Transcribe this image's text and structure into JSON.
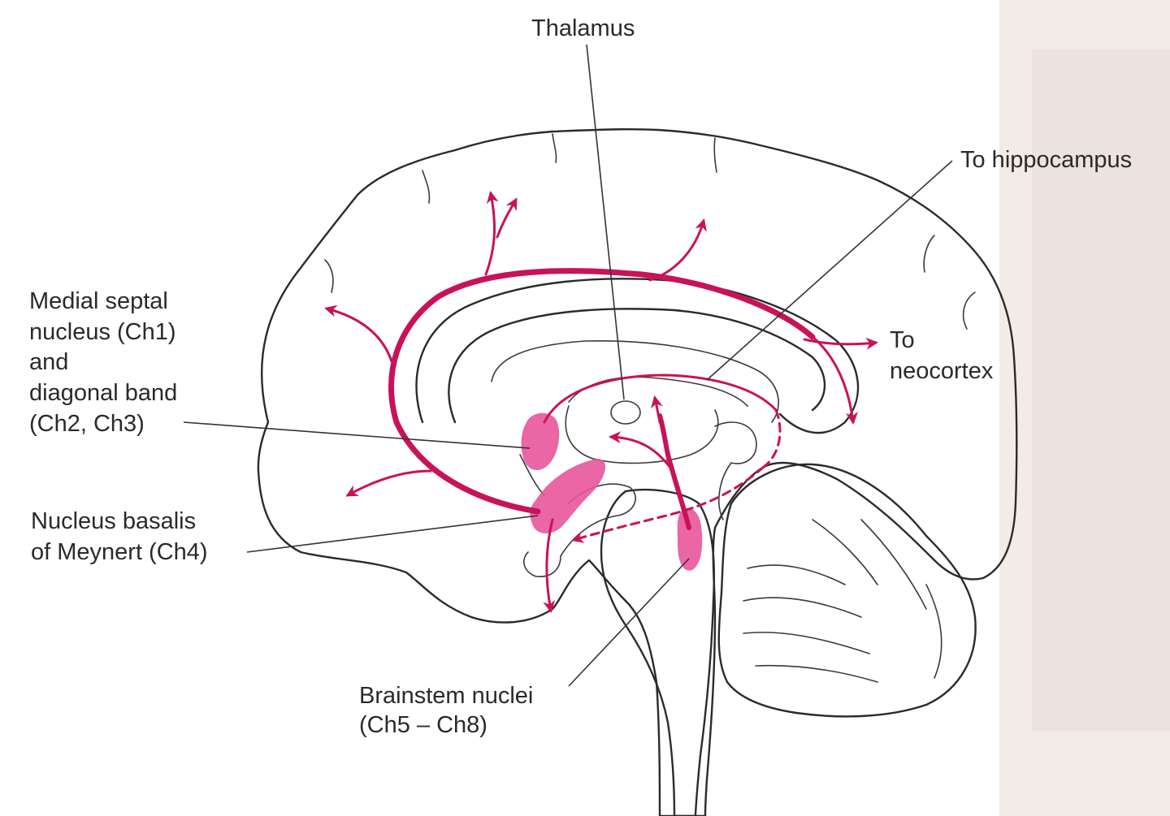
{
  "labels": {
    "thalamus": "Thalamus",
    "to_hippocampus": "To hippocampus",
    "to_neocortex_line1": "To",
    "to_neocortex_line2": "neocortex",
    "septal_line1": "Medial septal",
    "septal_line2": "nucleus (Ch1)",
    "septal_line3": "and",
    "septal_line4": "diagonal band",
    "septal_line5": "(Ch2, Ch3)",
    "basalis_line1": "Nucleus basalis",
    "basalis_line2": "of Meynert (Ch4)",
    "brainstem_line1": "Brainstem nuclei",
    "brainstem_line2": "(Ch5 – Ch8)"
  },
  "colors": {
    "pathway": "#c8125a",
    "nucleus_fill": "#e8559a",
    "brain_fill": "#f6e4d3",
    "background_page": "#f7efe9",
    "outline": "#2b2b2b"
  }
}
